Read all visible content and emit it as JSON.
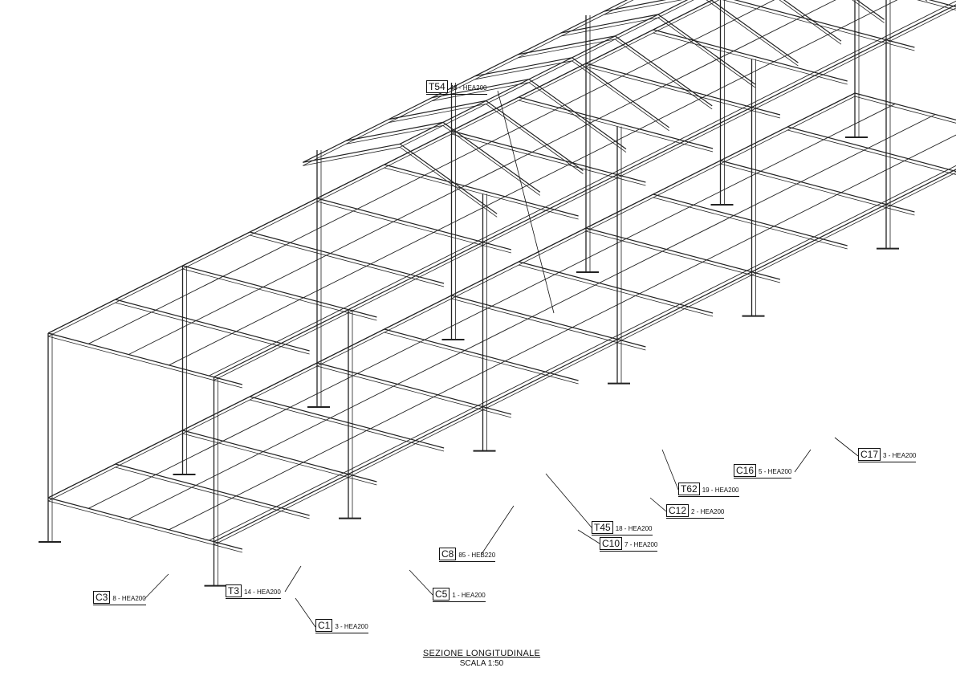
{
  "labels": [
    {
      "code": "T54",
      "desc": "48 - HEA200"
    },
    {
      "code": "C17",
      "desc": "3 - HEA200"
    },
    {
      "code": "C16",
      "desc": "5 - HEA200"
    },
    {
      "code": "T62",
      "desc": "19 - HEA200"
    },
    {
      "code": "C12",
      "desc": "2 - HEA200"
    },
    {
      "code": "T45",
      "desc": "18 - HEA200"
    },
    {
      "code": "C10",
      "desc": "7 - HEA200"
    },
    {
      "code": "C8",
      "desc": "85 - HEB220"
    },
    {
      "code": "C5",
      "desc": "1 - HEA200"
    },
    {
      "code": "T3",
      "desc": "14 - HEA200"
    },
    {
      "code": "C3",
      "desc": "8 - HEA200"
    },
    {
      "code": "C1",
      "desc": "3 - HEA200"
    }
  ],
  "title": {
    "main": "SEZIONE LONGITUDINALE",
    "scale": "SCALA  1:50"
  }
}
